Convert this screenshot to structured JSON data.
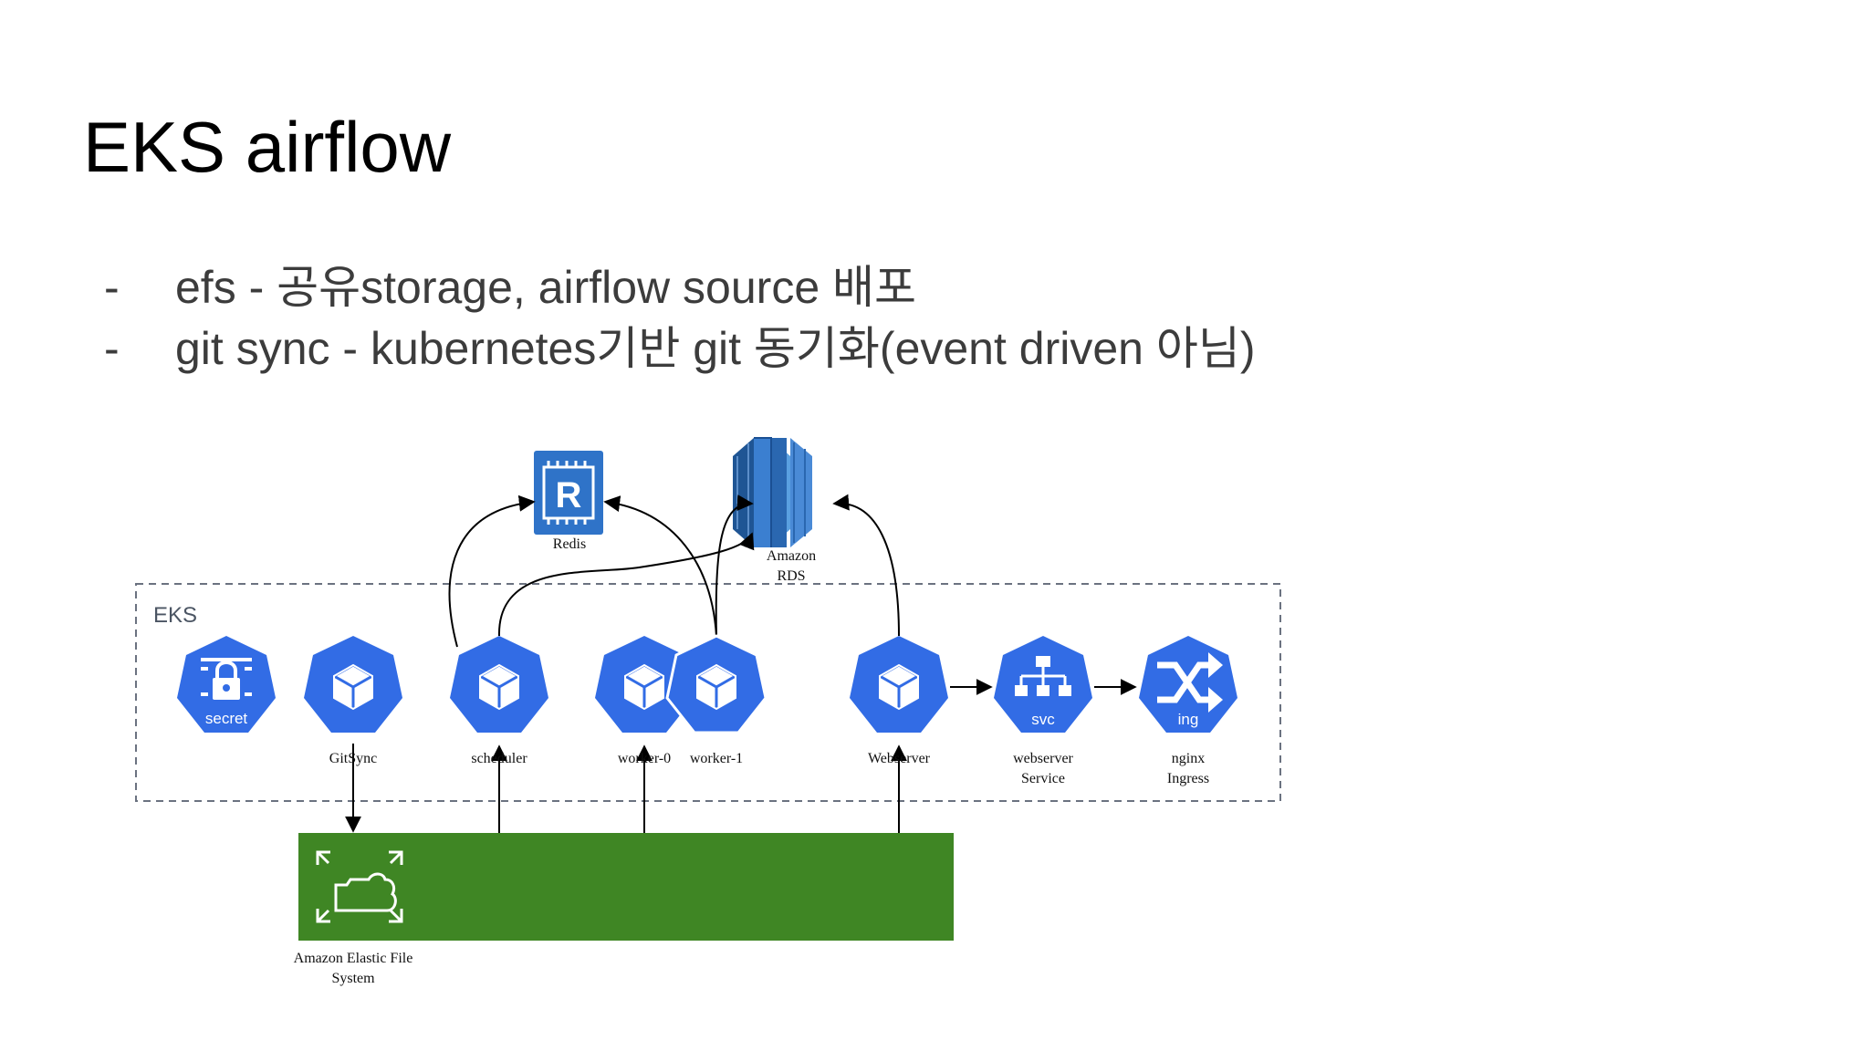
{
  "slide": {
    "title": "EKS airflow",
    "bullets": [
      {
        "dash": "-",
        "text": "efs - 공유storage, airflow source 배포"
      },
      {
        "dash": "-",
        "text": "git sync - kubernetes기반 git 동기화(event driven 아님)"
      }
    ]
  },
  "diagram": {
    "cluster_label": "EKS",
    "redis": {
      "label": "Redis",
      "glyph": "R"
    },
    "rds": {
      "label_line1": "Amazon",
      "label_line2": "RDS"
    },
    "nodes": {
      "secret": {
        "inner": "secret",
        "icon": "lock-icon"
      },
      "gitsync": {
        "label": "GitSync",
        "icon": "pod-cube-icon"
      },
      "scheduler": {
        "label": "scheduler",
        "icon": "pod-cube-icon"
      },
      "worker0": {
        "label": "worker-0",
        "icon": "pod-cube-icon"
      },
      "worker1": {
        "label": "worker-1",
        "icon": "pod-cube-icon"
      },
      "webserver": {
        "label": "Webserver",
        "icon": "pod-cube-icon"
      },
      "svc": {
        "inner": "svc",
        "label_line1": "webserver",
        "label_line2": "Service",
        "icon": "network-tree-icon"
      },
      "ing": {
        "inner": "ing",
        "label_line1": "nginx",
        "label_line2": "Ingress",
        "icon": "crossing-arrows-icon"
      }
    },
    "efs": {
      "label_line1": "Amazon Elastic File",
      "label_line2": "System",
      "icon": "folder-cloud-icon"
    },
    "colors": {
      "k8s_blue": "#326ce5",
      "redis_blue": "#2f73c8",
      "rds_blue": "#2a67b0",
      "efs_green": "#3f8624",
      "cluster_border": "#6b7280"
    }
  }
}
